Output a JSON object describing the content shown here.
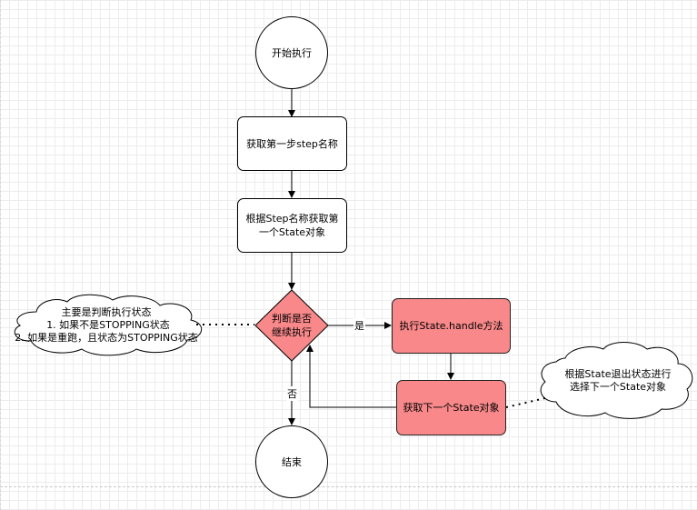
{
  "nodes": {
    "start": "开始执行",
    "get_step_name": "获取第一步step名称",
    "get_state_line1": "根据Step名称获取第",
    "get_state_line2": "一个State对象",
    "decision_line1": "判断是否",
    "decision_line2": "继续执行",
    "execute_handle": "执行State.handle方法",
    "get_next_state": "获取下一个State对象",
    "end": "结束"
  },
  "edge_labels": {
    "yes": "是",
    "no": "否"
  },
  "notes": {
    "left_note": {
      "line1": "主要是判断执行状态",
      "line2": "1. 如果不是STOPPING状态",
      "line3": "2. 如果是重跑，且状态为STOPPING状态"
    },
    "right_note": {
      "line1": "根据State退出状态进行",
      "line2": "选择下一个State对象"
    }
  },
  "colors": {
    "highlight": "#f8888a",
    "stroke": "#000000"
  }
}
